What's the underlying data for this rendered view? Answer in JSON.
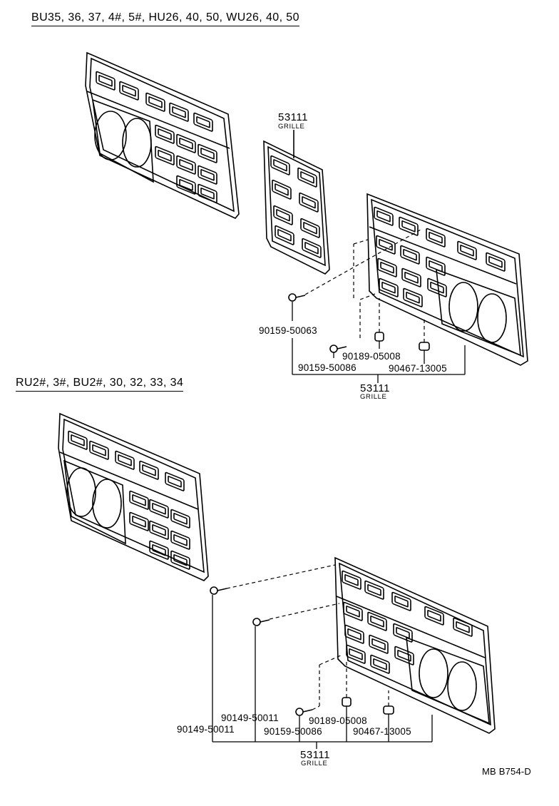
{
  "section_top": {
    "heading": "BU35, 36, 37, 4#, 5#, HU26, 40, 50, WU26, 40, 50",
    "part_grille_number": "53111",
    "part_grille_name": "GRILLE",
    "parts": {
      "screw_a": "90159-50063",
      "clip_a": "90189-05008",
      "screw_b": "90159-50086",
      "nut_a": "90467-13005"
    },
    "group_number": "53111",
    "group_name": "GRILLE"
  },
  "section_bottom": {
    "heading": "RU2#, 3#, BU2#, 30, 32, 33, 34",
    "parts": {
      "screw_c": "90149-50011",
      "screw_d": "90149-50011",
      "clip_b": "90189-05008",
      "screw_e": "90159-50086",
      "nut_b": "90467-13005"
    },
    "group_number": "53111",
    "group_name": "GRILLE"
  },
  "figure_code": "MB B754-D"
}
